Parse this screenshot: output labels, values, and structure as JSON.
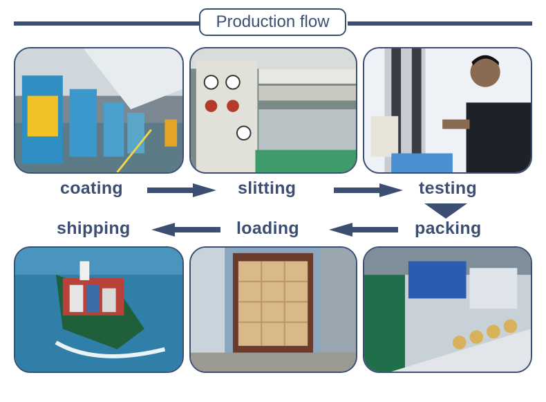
{
  "title": "Production flow",
  "steps": {
    "coating": "coating",
    "slitting": "slitting",
    "testing": "testing",
    "packing": "packing",
    "loading": "loading",
    "shipping": "shipping"
  },
  "colors": {
    "accent": "#3c4f73",
    "background": "#ffffff"
  },
  "photos": {
    "coating": "coating-line-photo",
    "slitting": "slitting-machine-photo",
    "testing": "tensile-testing-photo",
    "packing": "packing-machine-photo",
    "loading": "container-loading-photo",
    "shipping": "container-ship-photo"
  }
}
